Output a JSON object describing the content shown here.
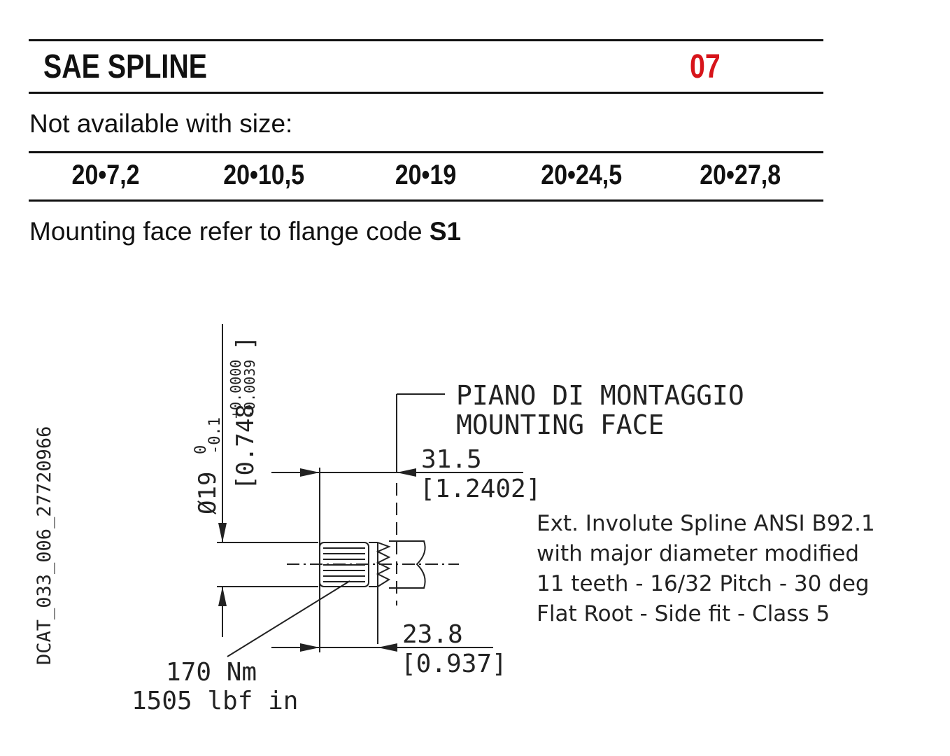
{
  "header": {
    "title": "SAE SPLINE",
    "code": "07"
  },
  "availability": {
    "label": "Not available with size:",
    "sizes": [
      "20•7,2",
      "20•10,5",
      "20•19",
      "20•24,5",
      "20•27,8"
    ]
  },
  "mounting": {
    "text": "Mounting face refer to flange code ",
    "code": "S1"
  },
  "drawing": {
    "id": "DCAT_033_006_27720966",
    "diameter": {
      "symbol": "Ø19",
      "tol_upper": "0",
      "tol_lower": "-0.1",
      "inch": "[0.748",
      "inch_tol_upper": "+0.0000",
      "inch_tol_lower": "-0.0039",
      "inch_close": "]"
    },
    "mounting_face": {
      "line1": "PIANO DI MONTAGGIO",
      "line2": "MOUNTING FACE"
    },
    "dim_a": {
      "mm": "31.5",
      "inch": "[1.2402]"
    },
    "dim_b": {
      "mm": "23.8",
      "inch": "[0.937]"
    },
    "torque": {
      "metric": "170 Nm",
      "imperial": "1505 lbf in"
    },
    "spec": [
      "Ext. Involute Spline ANSI B92.1",
      "with major diameter modified",
      "11 teeth - 16/32 Pitch - 30 deg",
      "Flat Root - Side fit - Class 5"
    ]
  }
}
